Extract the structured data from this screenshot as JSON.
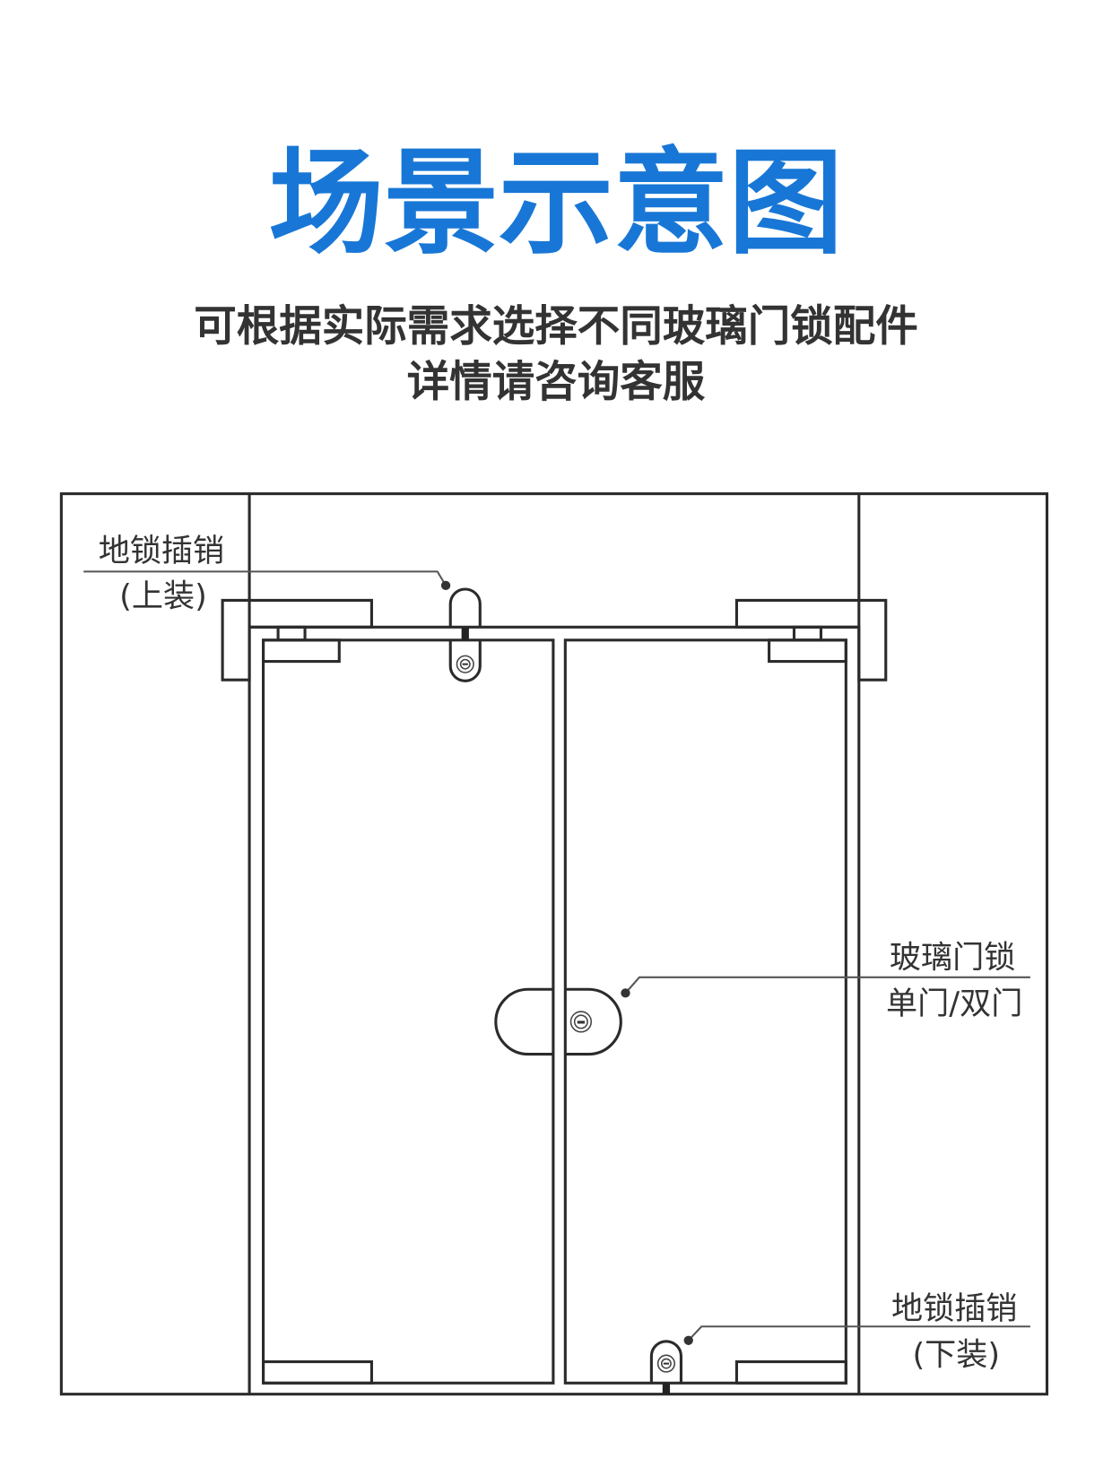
{
  "header": {
    "title": "场景示意图",
    "subtitle_line1": "可根据实际需求选择不同玻璃门锁配件",
    "subtitle_line2": "详情请咨询客服"
  },
  "labels": {
    "top_bolt_name": "地锁插销",
    "top_bolt_type": "(上装)",
    "glass_lock_name": "玻璃门锁",
    "glass_lock_type": "单门/双门",
    "bottom_bolt_name": "地锁插销",
    "bottom_bolt_type": "(下装)"
  },
  "colors": {
    "title": "#1877d6",
    "text": "#333333",
    "line": "#2b2b2b"
  }
}
